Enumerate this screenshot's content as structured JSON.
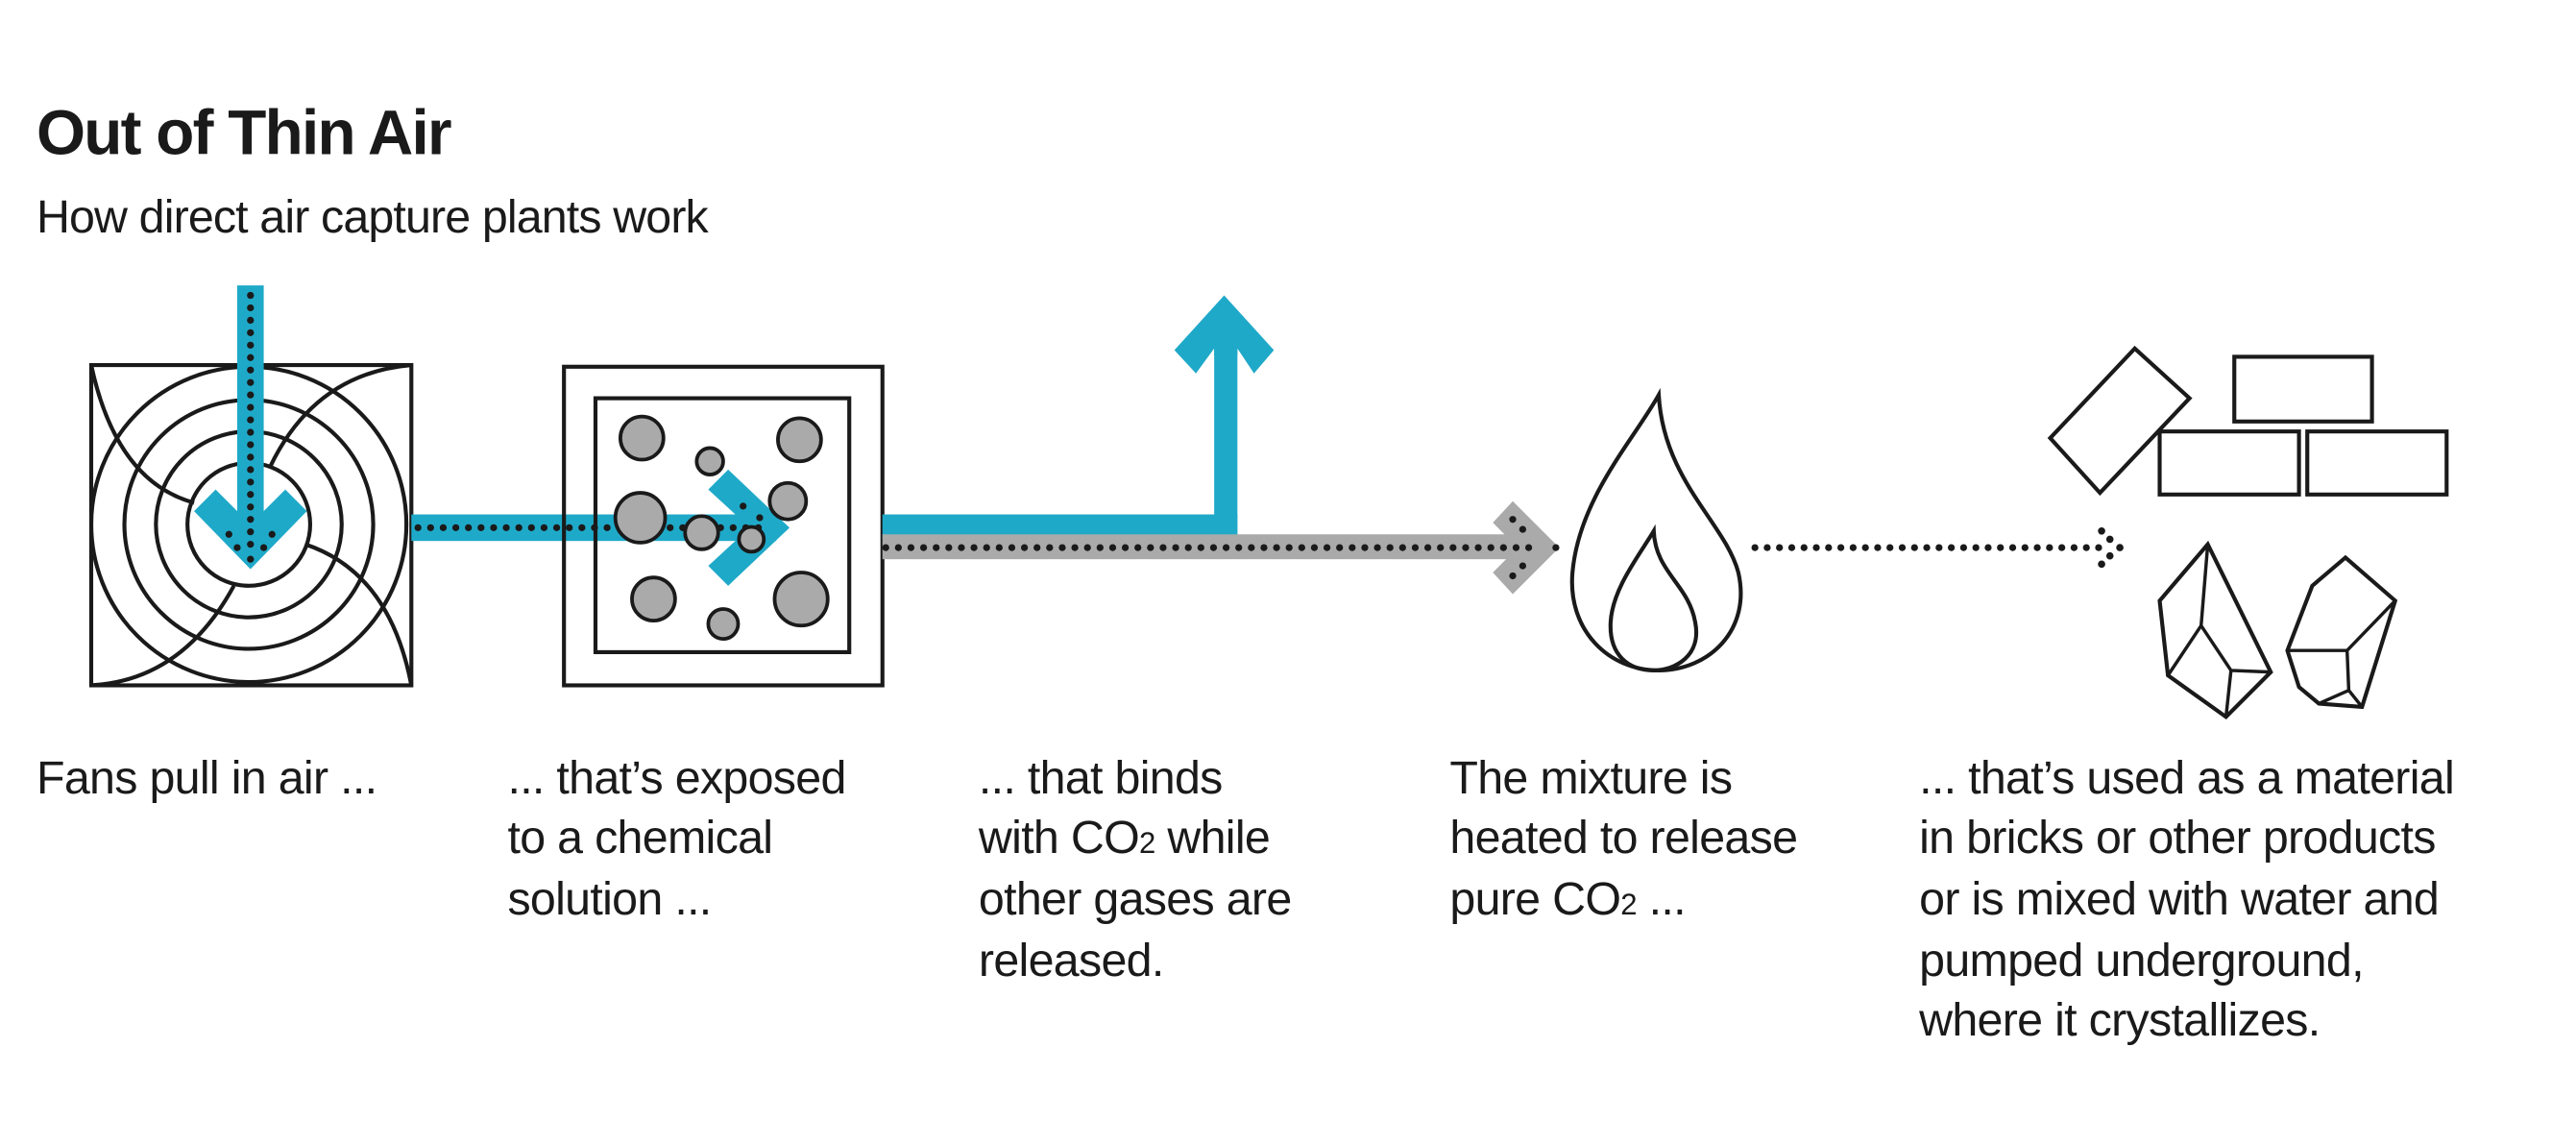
{
  "header": {
    "title": "Out of Thin Air",
    "subtitle": "How direct air capture plants work"
  },
  "colors": {
    "air_flow": "#1fa9c9",
    "co2_flow": "#aaaaaa",
    "outline": "#1a1a1a"
  },
  "icons": [
    "fan-icon",
    "chemical-solution-icon",
    "released-gases-arrow-icon",
    "co2-arrow-icon",
    "flame-icon",
    "dotted-arrow-icon",
    "bricks-icon",
    "crystals-icon"
  ],
  "steps": [
    {
      "lines": [
        "Fans pull in air ..."
      ]
    },
    {
      "lines": [
        "... that’s exposed",
        "to a chemical",
        "solution ..."
      ]
    },
    {
      "lines": [
        "... that binds",
        "with CO",
        "other gases are",
        "released."
      ],
      "line2_sub": "2",
      "line2_after": " while"
    },
    {
      "lines": [
        "The mixture is",
        "heated to release",
        "pure CO"
      ],
      "line3_sub": "2",
      "line3_after": " ..."
    },
    {
      "lines": [
        "... that’s used as a material",
        "in bricks or other products",
        "or is mixed with water and",
        "pumped underground,",
        "where it crystallizes."
      ]
    }
  ]
}
